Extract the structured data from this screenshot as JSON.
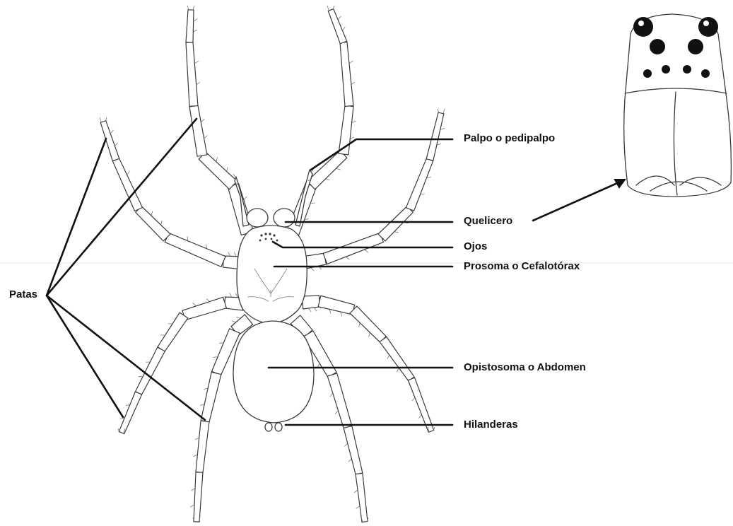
{
  "labels": {
    "patas": "Patas",
    "palpo": "Palpo o pedipalpo",
    "quelicero": "Quelicero",
    "ojos": "Ojos",
    "prosoma": "Prosoma o Cefalotórax",
    "opistosoma": "Opistosoma o Abdomen",
    "hilanderas": "Hilanderas"
  }
}
